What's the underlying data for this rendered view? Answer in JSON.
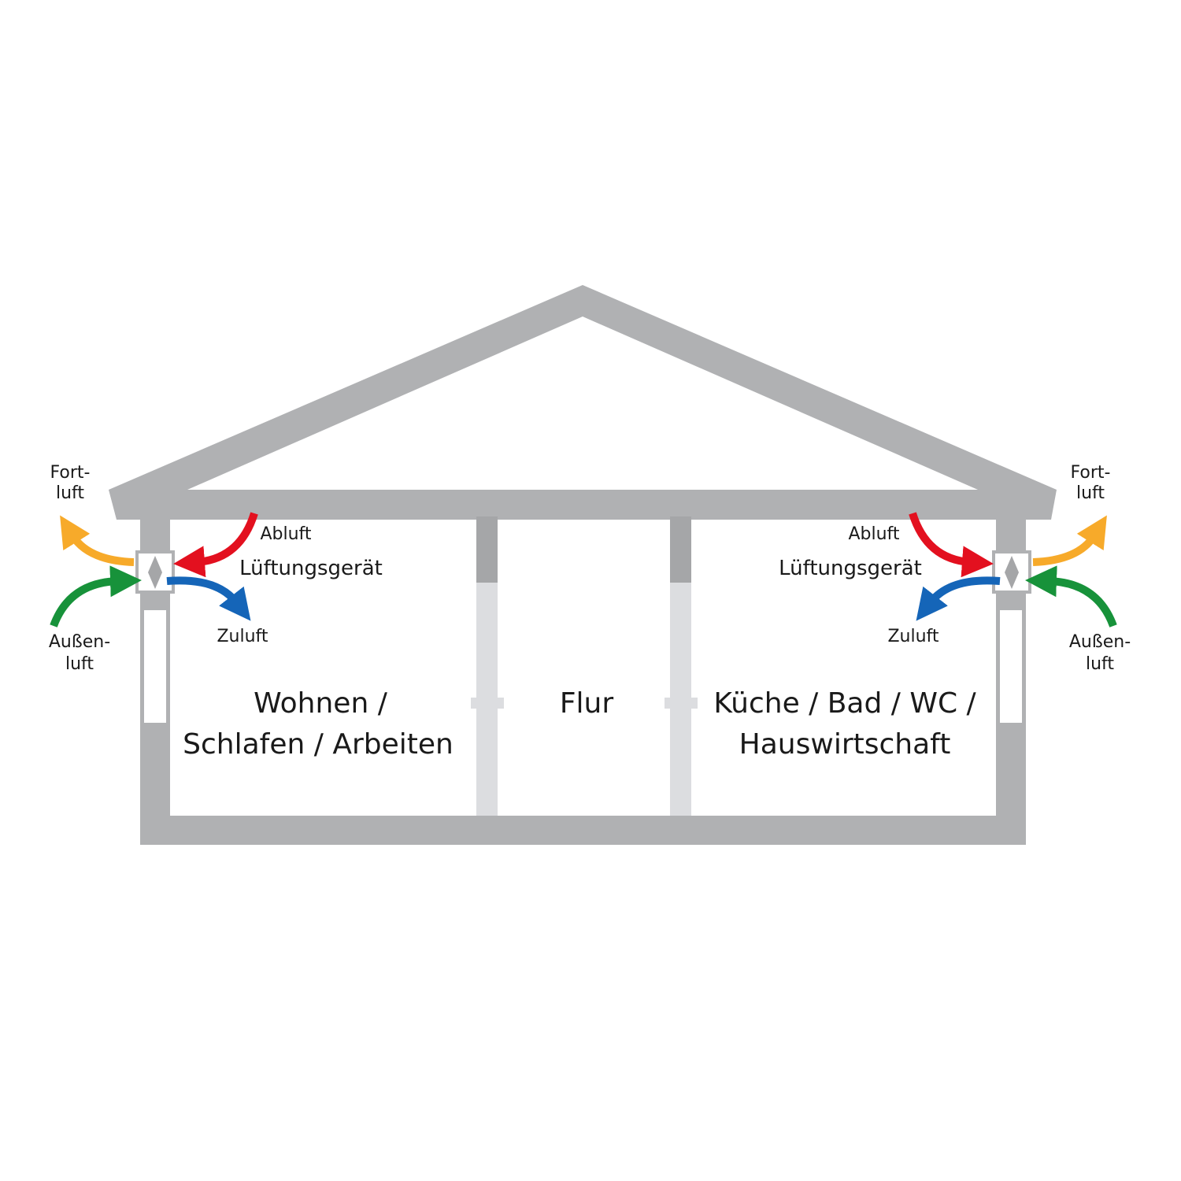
{
  "colors": {
    "structure": "#b0b1b3",
    "partition_light": "#dcdde0",
    "fortluft": "#f7aa2a",
    "aussenluft": "#17923a",
    "abluft": "#e3101f",
    "zuluft": "#1565b8"
  },
  "left_unit": {
    "fortluft": [
      "Fort-",
      "luft"
    ],
    "aussenluft": [
      "Außen-",
      "luft"
    ],
    "abluft": "Abluft",
    "device": "Lüftungsgerät",
    "zuluft": "Zuluft"
  },
  "right_unit": {
    "fortluft": [
      "Fort-",
      "luft"
    ],
    "aussenluft": [
      "Außen-",
      "luft"
    ],
    "abluft": "Abluft",
    "device": "Lüftungsgerät",
    "zuluft": "Zuluft"
  },
  "rooms": {
    "left": [
      "Wohnen /",
      "Schlafen / Arbeiten"
    ],
    "middle": "Flur",
    "right": [
      "Küche / Bad / WC /",
      "Hauswirtschaft"
    ]
  }
}
